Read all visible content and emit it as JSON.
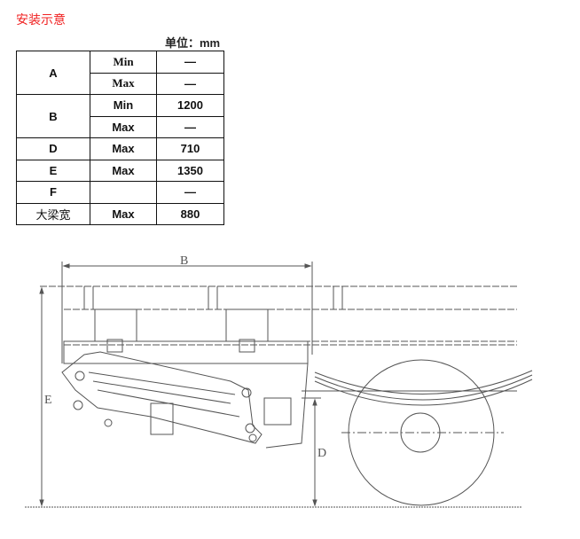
{
  "title": "安装示意",
  "unit": "单位：mm",
  "table": {
    "rows": [
      {
        "param": "A",
        "limit": "Min",
        "value": "—"
      },
      {
        "limit": "Max",
        "value": "—"
      },
      {
        "param": "B",
        "limit": "Min",
        "value": "1200"
      },
      {
        "limit": "Max",
        "value": "—"
      },
      {
        "param": "D",
        "limit": "Max",
        "value": "710"
      },
      {
        "param": "E",
        "limit": "Max",
        "value": "1350"
      },
      {
        "param": "F",
        "limit": "",
        "value": "—"
      },
      {
        "param": "大梁宽",
        "limit": "Max",
        "value": "880"
      }
    ]
  },
  "diagram": {
    "labels": {
      "b": "B",
      "e": "E",
      "d": "D"
    }
  }
}
